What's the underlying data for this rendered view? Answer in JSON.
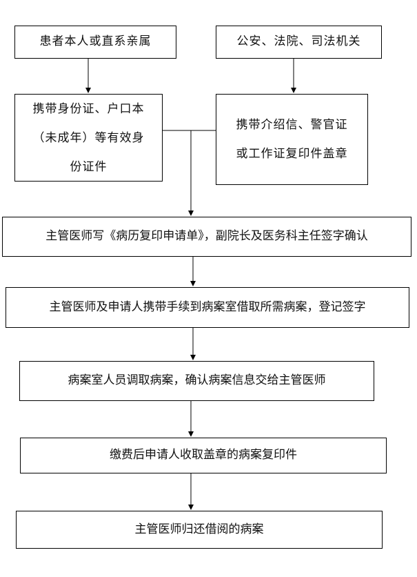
{
  "flowchart": {
    "patient_source": "患者本人或直系亲属",
    "agency_source": "公安、法院、司法机关",
    "patient_docs": [
      "携带身份证、户口本",
      "（未成年）等有效身",
      "份证件"
    ],
    "agency_docs": [
      "携带介绍信、警官证",
      "或工作证复印件盖章"
    ],
    "step_application": "主管医师写《病历复印申请单》，副院长及医务科主任签字确认",
    "step_borrow": "主管医师及申请人携带手续到病案室借取所需病案，登记签字",
    "step_retrieve": "病案室人员调取病案，确认病案信息交给主管医师",
    "step_payment": "缴费后申请人收取盖章的病案复印件",
    "step_return": "主管医师归还借阅的病案"
  }
}
